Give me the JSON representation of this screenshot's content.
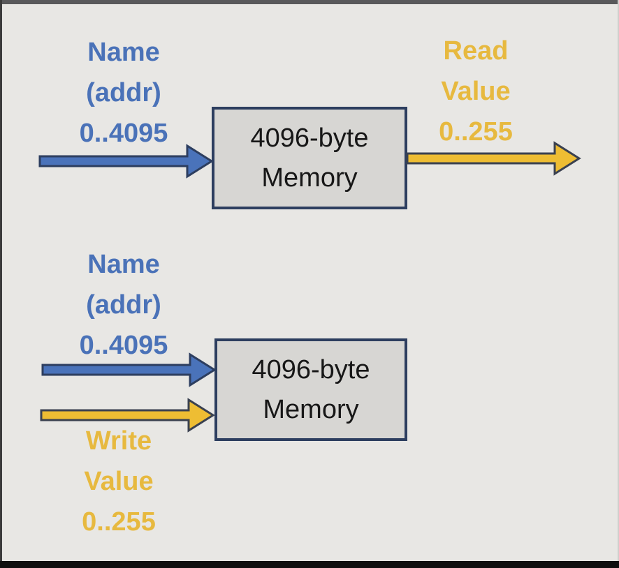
{
  "colors": {
    "background": "#e8e7e4",
    "blue": "#4a72b8",
    "blue_arrow": "#4a73ba",
    "gold": "#e7b93f",
    "gold_arrow": "#eebd33",
    "gold_arrow_outline": "#3a4150",
    "navy": "#2d3e5f",
    "box_fill": "#d7d6d3",
    "box_text": "#171717"
  },
  "read_diagram": {
    "input_label": [
      "Name",
      "(addr)",
      "0..4095"
    ],
    "box_label": [
      "4096-byte",
      "Memory"
    ],
    "output_label": [
      "Read",
      "Value",
      "0..255"
    ]
  },
  "write_diagram": {
    "input_label": [
      "Name",
      "(addr)",
      "0..4095"
    ],
    "box_label": [
      "4096-byte",
      "Memory"
    ],
    "output_label": [
      "Write",
      "Value",
      "0..255"
    ]
  }
}
